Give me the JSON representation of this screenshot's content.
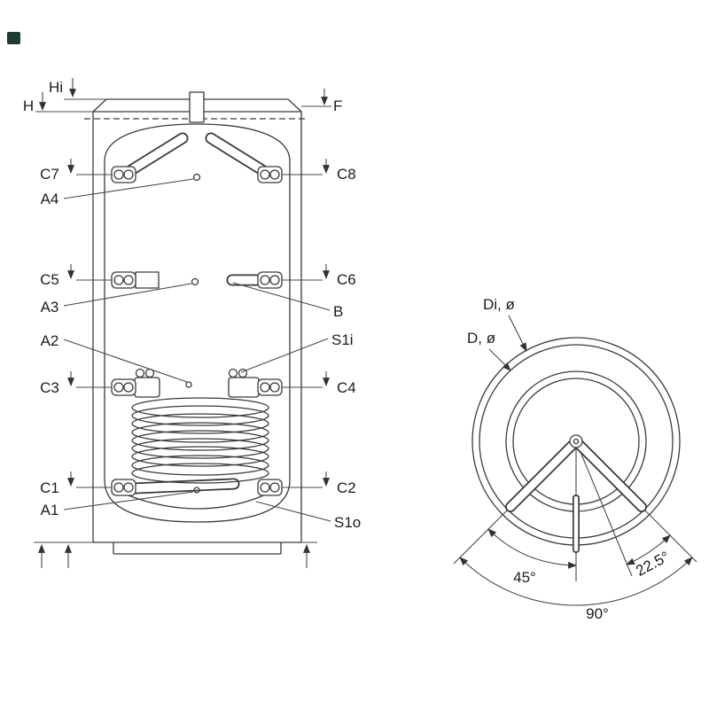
{
  "front_view": {
    "top_labels": {
      "Hi": "Hi",
      "H": "H",
      "F": "F"
    },
    "left_labels": {
      "C7": "C7",
      "A4": "A4",
      "C5": "C5",
      "A3": "A3",
      "A2": "A2",
      "C3": "C3",
      "C1": "C1",
      "A1": "A1"
    },
    "right_labels": {
      "C8": "C8",
      "C6": "C6",
      "B": "B",
      "S1i": "S1i",
      "C4": "C4",
      "C2": "C2",
      "S1o": "S1o"
    }
  },
  "top_view": {
    "diameters": {
      "Di": "Di, ø",
      "D": "D, ø"
    },
    "angles": {
      "a45": "45°",
      "a22_5": "22.5°",
      "a90": "90°"
    }
  },
  "colors": {
    "line": "#3a3a3a",
    "text": "#1c1c1c",
    "background": "#ffffff",
    "corner_mark": "#1f3a2e"
  }
}
